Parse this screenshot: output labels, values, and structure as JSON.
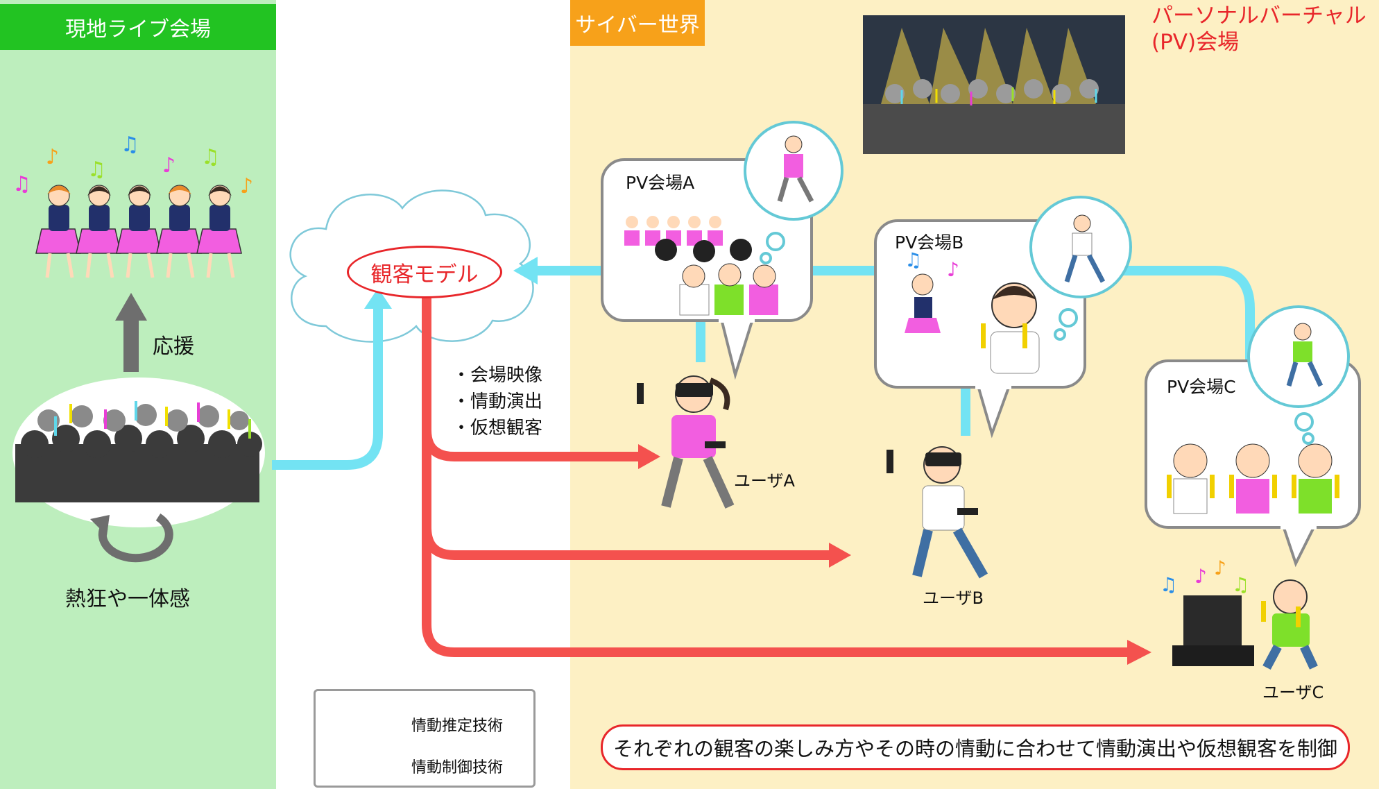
{
  "headers": {
    "live_venue": "現地ライブ会場",
    "cyber_world": "サイバー世界",
    "pv_venue_line1": "パーソナルバーチャル",
    "pv_venue_line2": "(PV)会場"
  },
  "live": {
    "cheer_label": "応援",
    "enthusiasm_label": "熱狂や一体感"
  },
  "model": {
    "label": "観客モデル",
    "outputs": [
      "・会場映像",
      "・情動演出",
      "・仮想観客"
    ]
  },
  "venues": [
    {
      "label": "PV会場A",
      "user": "ユーザA"
    },
    {
      "label": "PV会場B",
      "user": "ユーザB"
    },
    {
      "label": "PV会場C",
      "user": "ユーザC"
    }
  ],
  "legend": {
    "estimation": "情動推定技術",
    "control": "情動制御技術"
  },
  "bottom_note": "それぞれの観客の楽しみ方やその時の情動に合わせて情動演出や仮想観客を制御",
  "colors": {
    "estimation_arrow": "#73e3f3",
    "control_arrow": "#f4514e",
    "live_bg": "#bdeebd",
    "cyber_bg": "#fdf0c4",
    "live_header": "#22c322",
    "cyber_header": "#f7a11a",
    "accent_red": "#e8262a"
  },
  "icons": [
    "musical-note-icon",
    "up-arrow-icon",
    "cycle-arrow-icon",
    "cloud-icon",
    "vr-headset-icon",
    "penlight-icon",
    "television-icon"
  ]
}
